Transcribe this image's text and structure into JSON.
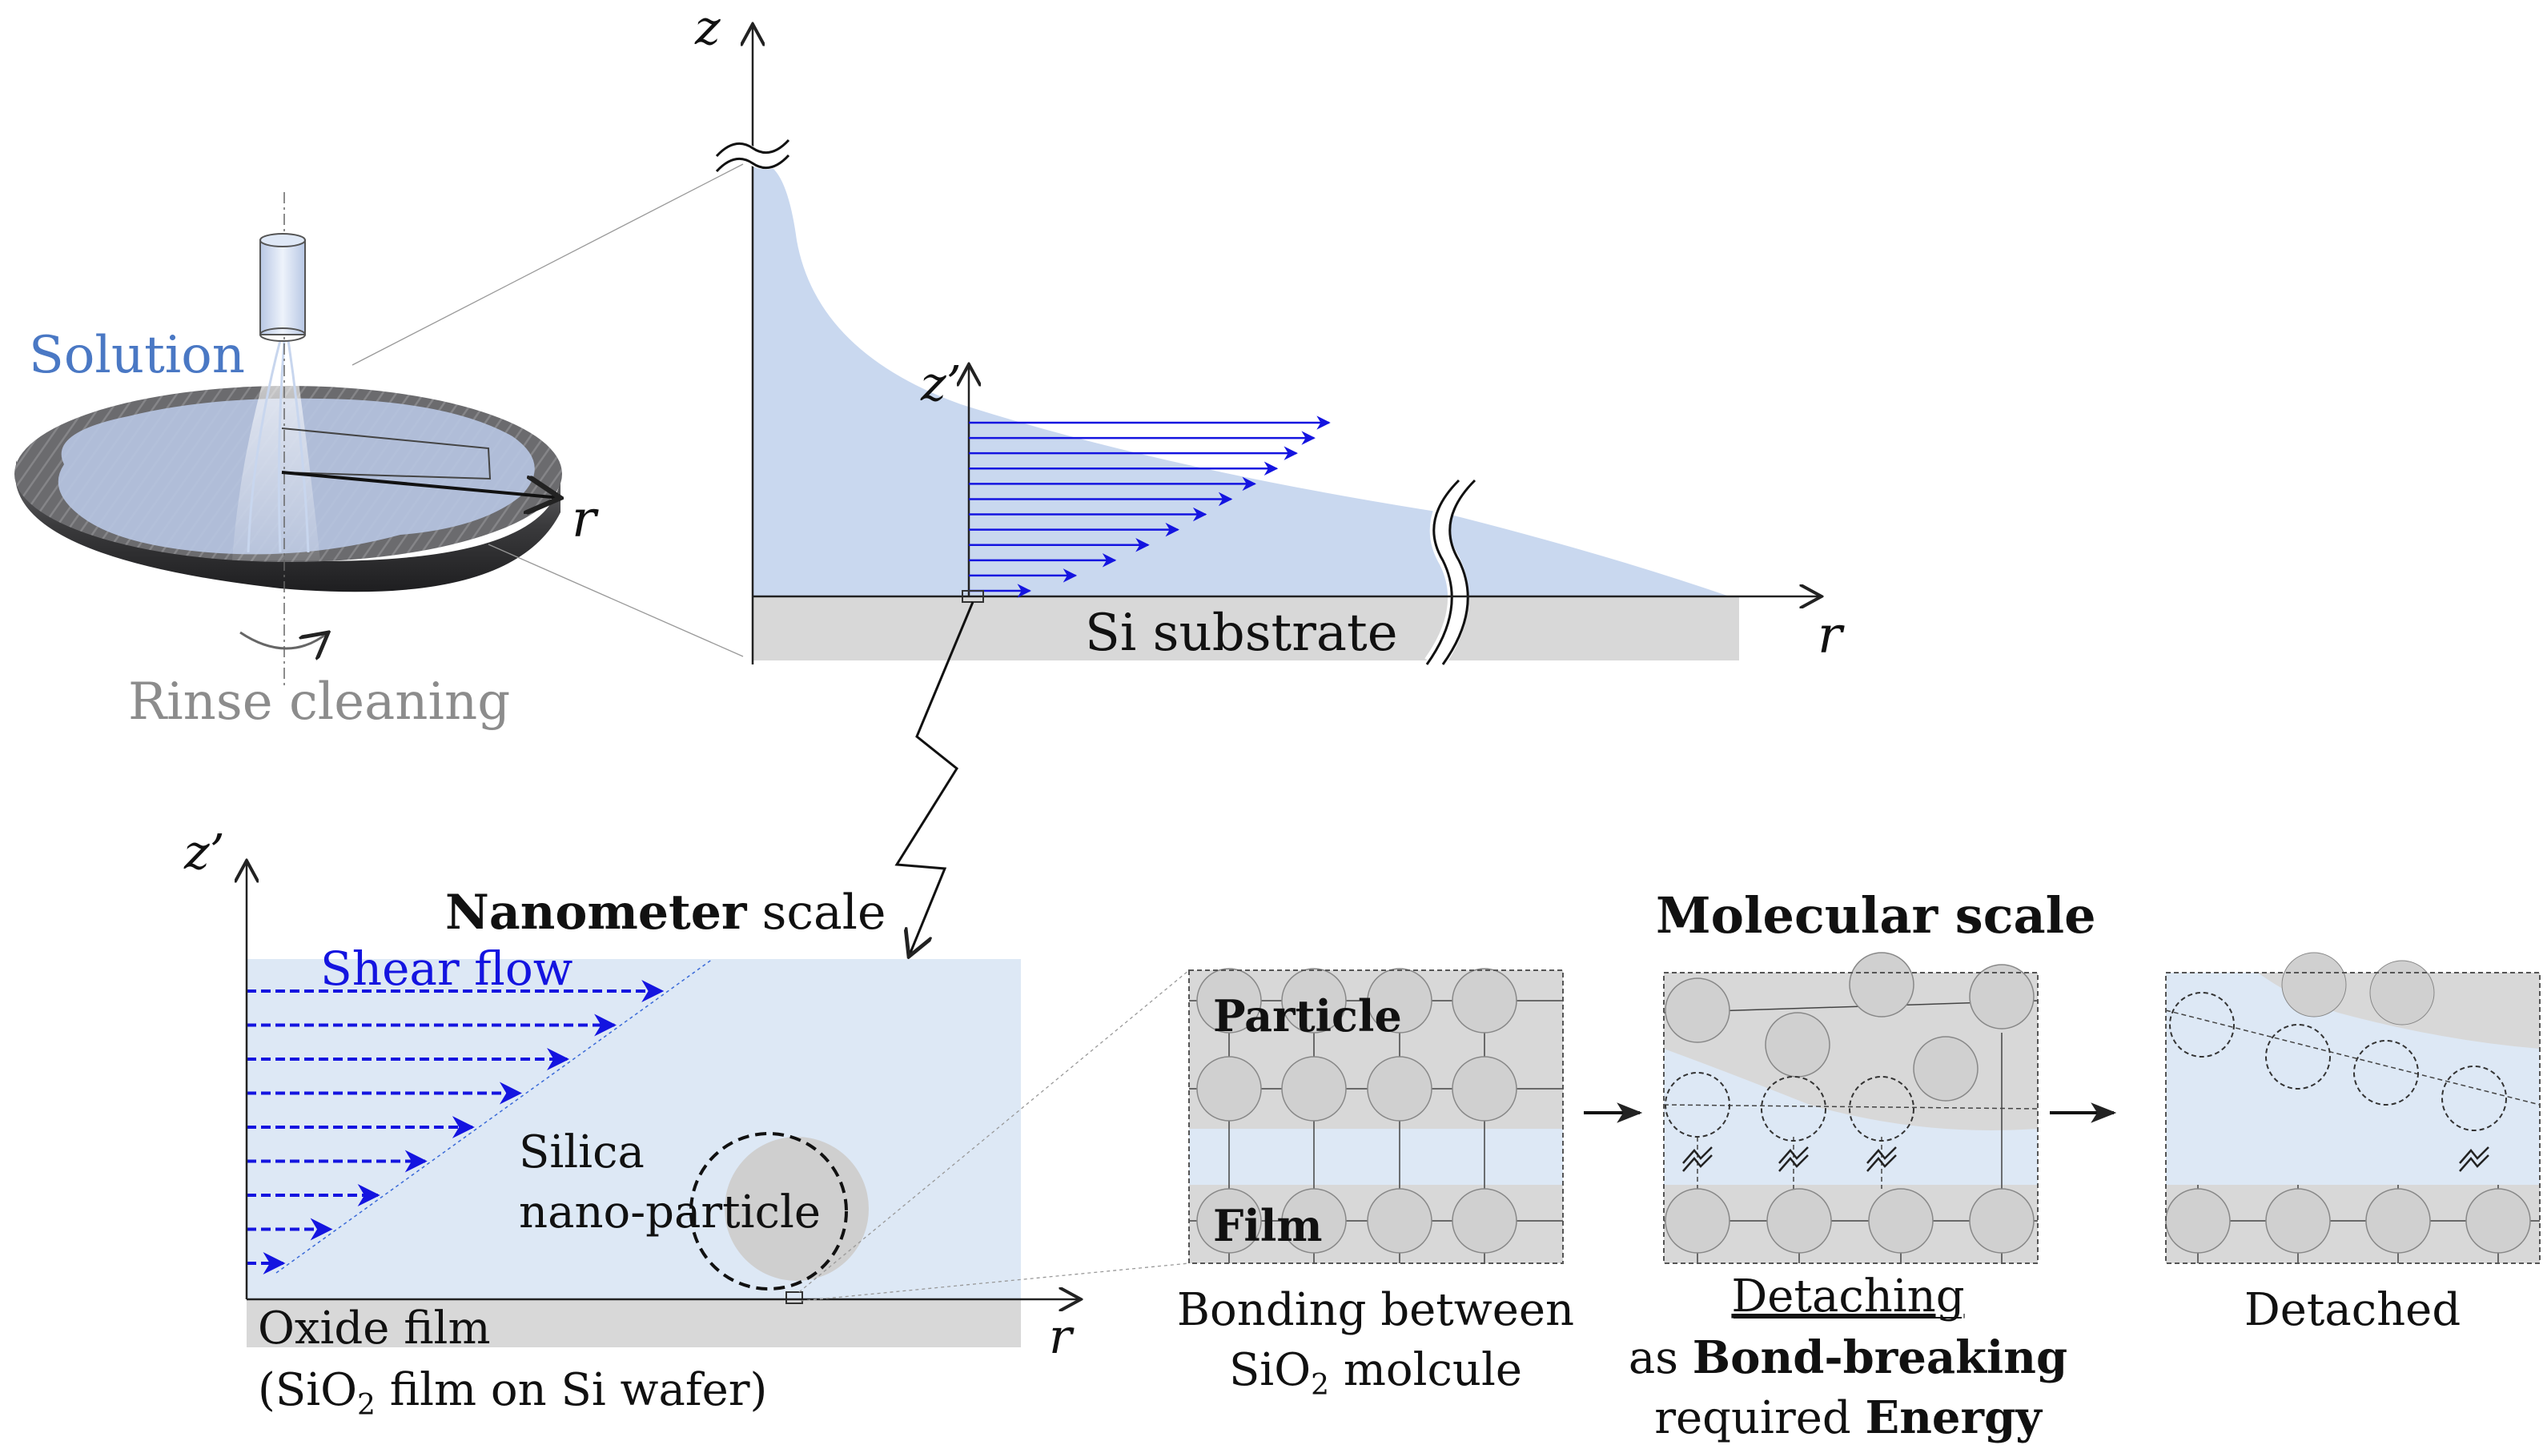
{
  "overview": {
    "solution_label": "Solution",
    "rinse_label": "Rinse cleaning",
    "r_axis": "r"
  },
  "profile": {
    "z_axis": "z",
    "z_prime_axis": "z’",
    "r_axis": "r",
    "substrate_label": "Si substrate"
  },
  "nano": {
    "title_bold": "Nanometer",
    "title_rest": " scale",
    "z_prime_axis": "z’",
    "r_axis": "r",
    "shear_label": "Shear flow",
    "particle_line1": "Silica",
    "particle_line2": "nano-particle",
    "oxide_line1": "Oxide film",
    "oxide_line2_pre": "(SiO",
    "oxide_line2_sub": "2",
    "oxide_line2_post": " film on Si wafer)"
  },
  "molecular": {
    "title": "Molecular scale",
    "panel1": {
      "particle_label": "Particle",
      "film_label": "Film",
      "caption_line1": "Bonding between",
      "caption_line2_pre": "SiO",
      "caption_line2_sub": "2",
      "caption_line2_post": " molcule"
    },
    "panel2": {
      "caption_line1": "Detaching",
      "caption_line2_pre": "as ",
      "caption_line2_bold": "Bond-breaking",
      "caption_line3_pre": "required ",
      "caption_line3_bold": "Energy"
    },
    "panel3": {
      "caption": "Detached"
    }
  },
  "colors": {
    "liquid": "#c9d8ef",
    "liquid_light": "#dde8f5",
    "substrate": "#d8d8d8",
    "arrow_blue": "#1414e0",
    "solution_text": "#4a78c4",
    "rinse_text": "#8c8c8c"
  }
}
